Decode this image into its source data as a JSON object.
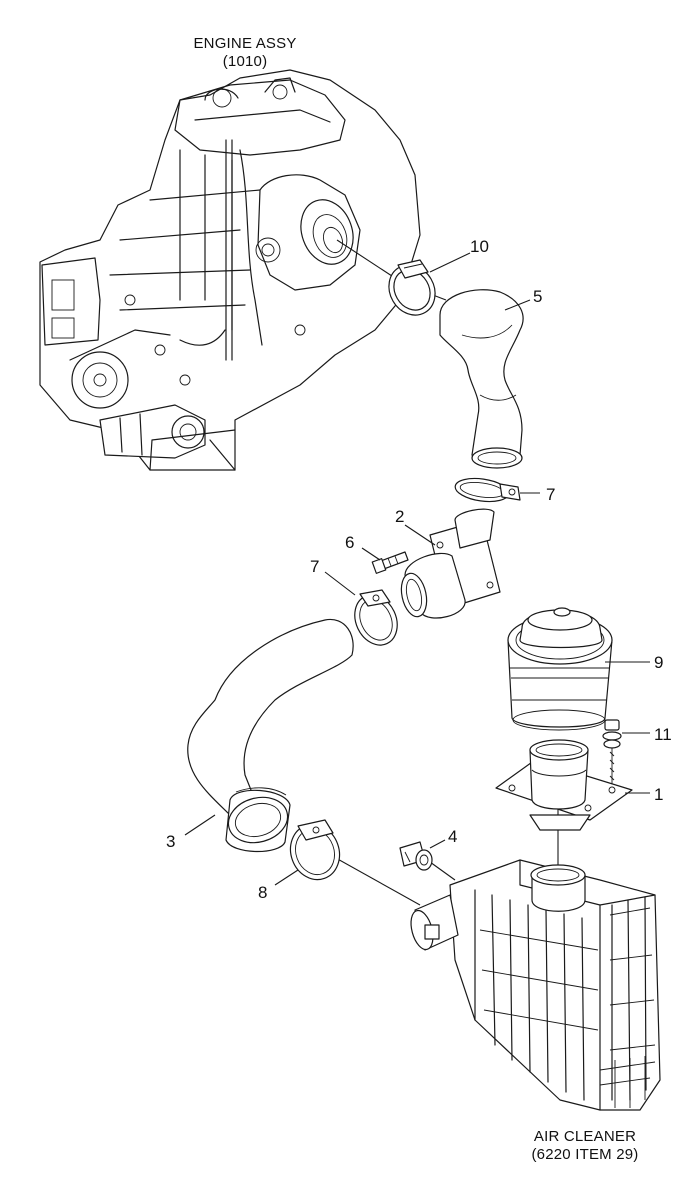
{
  "references": {
    "engine": {
      "title": "ENGINE ASSY",
      "code": "(1010)"
    },
    "air_cleaner": {
      "title": "AIR CLEANER",
      "code": "(6220 ITEM 29)"
    }
  },
  "callouts": [
    {
      "id": "1",
      "label": "1",
      "part": "adapter-flange"
    },
    {
      "id": "2",
      "label": "2",
      "part": "elbow-flange"
    },
    {
      "id": "3",
      "label": "3",
      "part": "lower-hose"
    },
    {
      "id": "4",
      "label": "4",
      "part": "indicator-fitting"
    },
    {
      "id": "5",
      "label": "5",
      "part": "upper-hose"
    },
    {
      "id": "6",
      "label": "6",
      "part": "bolt"
    },
    {
      "id": "7a",
      "label": "7",
      "part": "hose-clamp-upper"
    },
    {
      "id": "7b",
      "label": "7",
      "part": "hose-clamp-middle"
    },
    {
      "id": "8",
      "label": "8",
      "part": "hose-clamp-lower"
    },
    {
      "id": "9",
      "label": "9",
      "part": "precleaner-cap"
    },
    {
      "id": "10",
      "label": "10",
      "part": "turbo-clamp"
    },
    {
      "id": "11",
      "label": "11",
      "part": "screw-washer"
    }
  ]
}
